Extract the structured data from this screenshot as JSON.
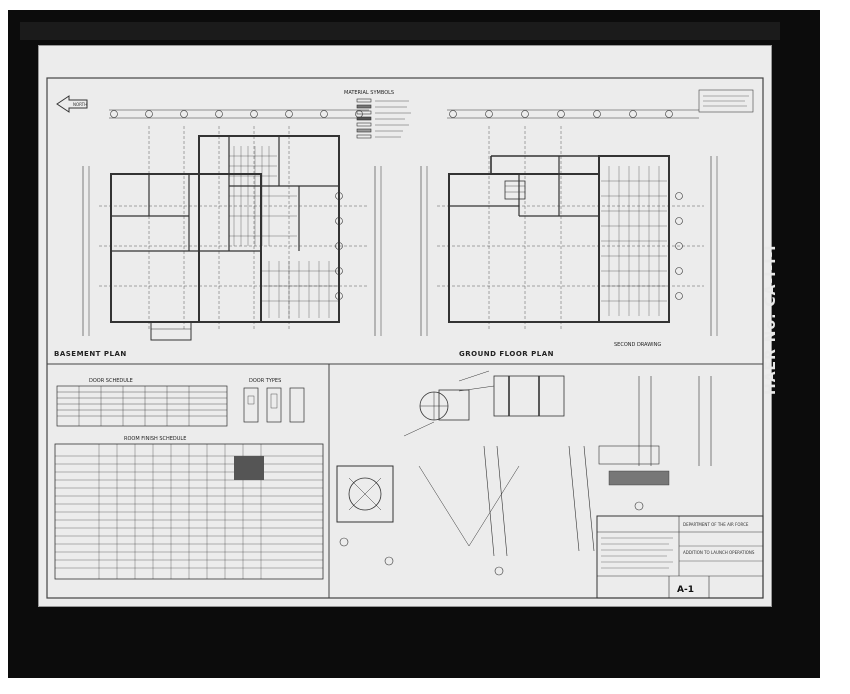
{
  "drawing": {
    "plan_left_title": "BASEMENT PLAN",
    "plan_right_title": "GROUND FLOOR PLAN",
    "legend_title": "MATERIAL SYMBOLS",
    "side_block_title": "SECOND DRAWING",
    "door_schedule_title": "DOOR SCHEDULE",
    "door_types_title": "DOOR TYPES",
    "finish_schedule_title": "ROOM FINISH SCHEDULE",
    "title_block_agency": "DEPARTMENT OF THE AIR FORCE",
    "title_block_project": "ADDITION TO LAUNCH OPERATIONS",
    "sheet_number": "A-1",
    "north_label": "NORTH"
  },
  "film": {
    "side_label": "HAER No. CA-I-I-I"
  },
  "colors": {
    "paper": "#ececec",
    "film": "#0c0c0c",
    "ink": "#222222"
  }
}
